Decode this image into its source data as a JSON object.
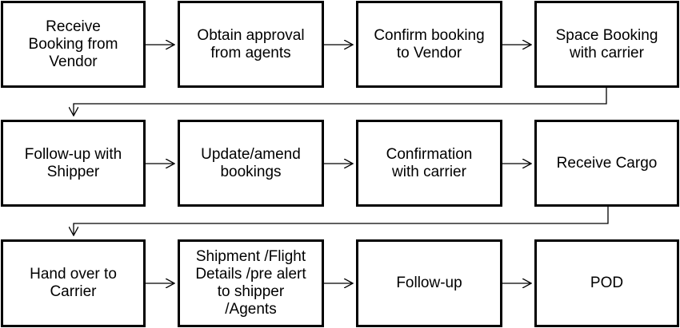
{
  "diagram": {
    "type": "process-flow",
    "colors": {
      "stroke": "#000000",
      "fill": "#ffffff",
      "text": "#000000"
    },
    "steps": [
      {
        "id": "step-1",
        "label": "Receive\nBooking from\nVendor"
      },
      {
        "id": "step-2",
        "label": "Obtain approval\nfrom agents"
      },
      {
        "id": "step-3",
        "label": "Confirm booking\nto Vendor"
      },
      {
        "id": "step-4",
        "label": "Space  Booking\nwith carrier"
      },
      {
        "id": "step-5",
        "label": "Follow-up with\nShipper"
      },
      {
        "id": "step-6",
        "label": "Update/amend\nbookings"
      },
      {
        "id": "step-7",
        "label": "Confirmation\nwith carrier"
      },
      {
        "id": "step-8",
        "label": "Receive Cargo"
      },
      {
        "id": "step-9",
        "label": "Hand over  to\nCarrier"
      },
      {
        "id": "step-10",
        "label": "Shipment /Flight\nDetails /pre alert\nto shipper\n/Agents"
      },
      {
        "id": "step-11",
        "label": "Follow-up"
      },
      {
        "id": "step-12",
        "label": "POD"
      }
    ]
  }
}
